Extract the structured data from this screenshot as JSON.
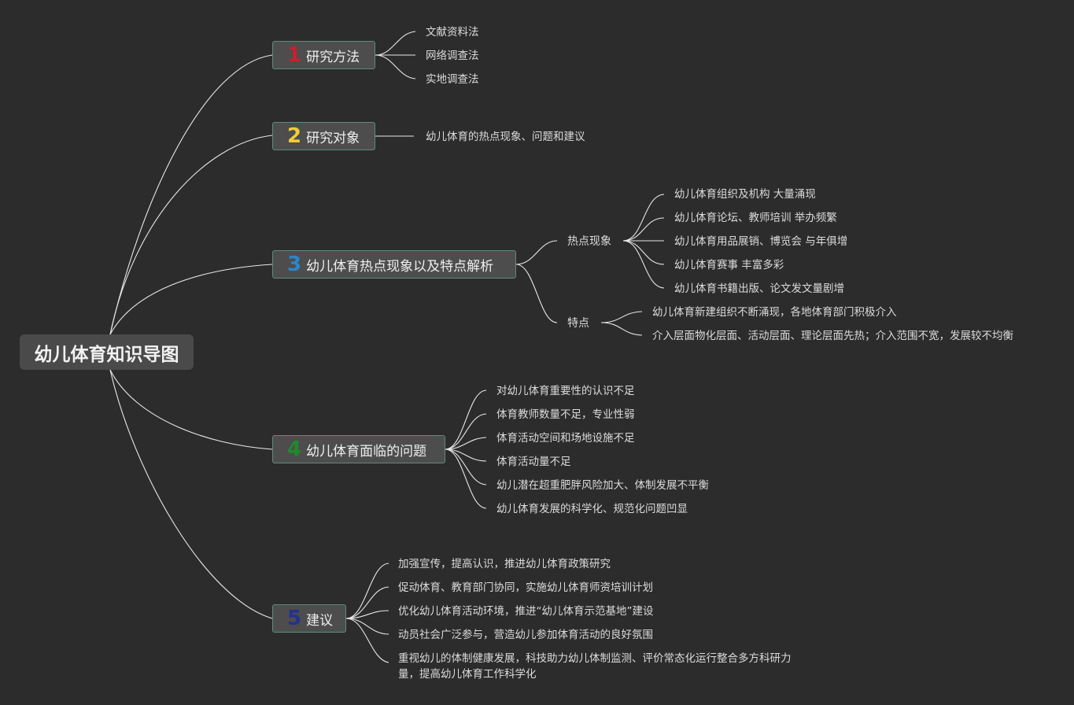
{
  "root": {
    "label": "幼儿体育知识导图"
  },
  "branches": [
    {
      "num": "1",
      "label": "研究方法",
      "num_color": "#c8202c",
      "leaves": [
        "文献资料法",
        "网络调查法",
        "实地调查法"
      ]
    },
    {
      "num": "2",
      "label": "研究对象",
      "num_color": "#f0cc3a",
      "leaves": [
        "幼儿体育的热点现象、问题和建议"
      ]
    },
    {
      "num": "3",
      "label": "幼儿体育热点现象以及特点解析",
      "num_color": "#2a86c8",
      "subs": [
        {
          "label": "热点现象",
          "leaves": [
            "幼儿体育组织及机构 大量涌现",
            "幼儿体育论坛、教师培训 举办频繁",
            "幼儿体育用品展销、博览会 与年俱增",
            "幼儿体育赛事 丰富多彩",
            "幼儿体育书籍出版、论文发文量剧增"
          ]
        },
        {
          "label": "特点",
          "leaves": [
            "幼儿体育新建组织不断涌现，各地体育部门积极介入",
            "介入层面物化层面、活动层面、理论层面先热；介入范围不宽，发展较不均衡"
          ]
        }
      ]
    },
    {
      "num": "4",
      "label": "幼儿体育面临的问题",
      "num_color": "#1f8a2c",
      "leaves": [
        "对幼儿体育重要性的认识不足",
        "体育教师数量不足，专业性弱",
        "体育活动空间和场地设施不足",
        "体育活动量不足",
        "幼儿潜在超重肥胖风险加大、体制发展不平衡",
        "幼儿体育发展的科学化、规范化问题凹显"
      ]
    },
    {
      "num": "5",
      "label": "建议",
      "num_color": "#23318e",
      "leaves": [
        "加强宣传，提高认识，推进幼儿体育政策研究",
        "促动体育、教育部门协同，实施幼儿体育师资培训计划",
        "优化幼儿体育活动环境，推进“幼儿体育示范基地”建设",
        "动员社会广泛参与，营造幼儿参加体育活动的良好氛围",
        "重视幼儿的体制健康发展，科技助力幼儿体制监测、评价常态化运行整合多方科研力量，提高幼儿体育工作科学化"
      ]
    }
  ]
}
